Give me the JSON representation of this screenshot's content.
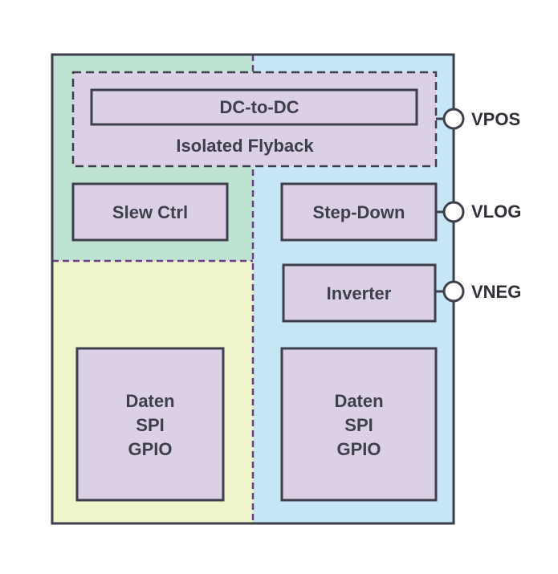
{
  "colors": {
    "region_green": "#bfe3d3",
    "region_blue": "#c6e6f6",
    "region_yellow": "#eff4ca",
    "block_fill": "#dcd0e6",
    "outline": "#3d3f4a",
    "dashed_border": "#6a3f86",
    "pin_fill": "#ffffff"
  },
  "blocks": {
    "dcdc_label": "DC-to-DC",
    "flyback_label": "Isolated Flyback",
    "slew_label": "Slew Ctrl",
    "stepdown_label": "Step-Down",
    "inverter_label": "Inverter",
    "data_left": [
      "Daten",
      "SPI",
      "GPIO"
    ],
    "data_right": [
      "Daten",
      "SPI",
      "GPIO"
    ]
  },
  "pins": {
    "vpos": "VPOS",
    "vlog": "VLOG",
    "vneg": "VNEG"
  }
}
